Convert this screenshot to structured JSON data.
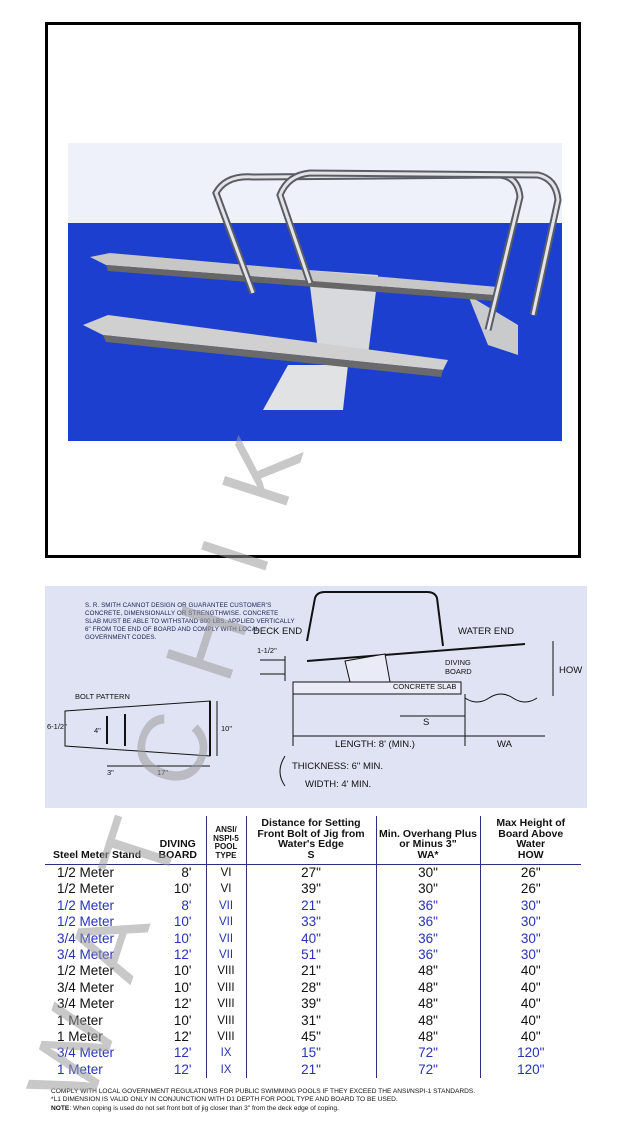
{
  "diagram": {
    "note": "S. R. SMITH CANNOT DESIGN OR GUARANTEE CUSTOMER'S CONCRETE, DIMENSIONALLY OR STRENGTHWISE. CONCRETE SLAB MUST BE ABLE TO WITHSTAND 800 LBS. APPLIED VERTICALLY 6\" FROM TOE END OF BOARD AND COMPLY WITH LOCAL GOVERNMENT CODES.",
    "deck_end": "DECK END",
    "water_end": "WATER END",
    "one_half": "1-1/2\"",
    "diving_board": "DIVING",
    "diving_board2": "BOARD",
    "how": "HOW",
    "bolt_pattern": "BOLT PATTERN",
    "dim_6_half": "6-1/2\"",
    "dim_4": "4\"",
    "dim_10": "10\"",
    "dim_3": "3\"",
    "dim_17": "17\"",
    "concrete_slab": "CONCRETE SLAB",
    "s_label": "S",
    "length": "LENGTH: 8' (MIN.)",
    "wa": "WA",
    "thickness": "THICKNESS: 6\" MIN.",
    "width": "WIDTH: 4' MIN."
  },
  "table": {
    "headers": {
      "stand": "Steel Meter Stand",
      "board": "DIVING BOARD",
      "ansi": "ANSI/ NSPI-5 POOL TYPE",
      "distance": "Distance for Setting Front Bolt of Jig from Water's Edge",
      "distance_sym": "S",
      "overhang": "Min. Overhang Plus or Minus 3\"",
      "overhang_sym": "WA*",
      "height": "Max Height of Board Above Water",
      "height_sym": "HOW"
    },
    "rows": [
      {
        "stand": "1/2 Meter",
        "board": "8'",
        "type": "VI",
        "s": "27\"",
        "wa": "30\"",
        "how": "26\"",
        "color": "black"
      },
      {
        "stand": "1/2 Meter",
        "board": "10'",
        "type": "VI",
        "s": "39\"",
        "wa": "30\"",
        "how": "26\"",
        "color": "black"
      },
      {
        "stand": "1/2 Meter",
        "board": "8'",
        "type": "VII",
        "s": "21\"",
        "wa": "36\"",
        "how": "30\"",
        "color": "blue"
      },
      {
        "stand": "1/2 Meter",
        "board": "10'",
        "type": "VII",
        "s": "33\"",
        "wa": "36\"",
        "how": "30\"",
        "color": "blue"
      },
      {
        "stand": "3/4 Meter",
        "board": "10'",
        "type": "VII",
        "s": "40\"",
        "wa": "36\"",
        "how": "30\"",
        "color": "blue"
      },
      {
        "stand": "3/4 Meter",
        "board": "12'",
        "type": "VII",
        "s": "51\"",
        "wa": "36\"",
        "how": "30\"",
        "color": "blue"
      },
      {
        "stand": "1/2 Meter",
        "board": "10'",
        "type": "VIII",
        "s": "21\"",
        "wa": "48\"",
        "how": "40\"",
        "color": "black"
      },
      {
        "stand": "3/4 Meter",
        "board": "10'",
        "type": "VIII",
        "s": "28\"",
        "wa": "48\"",
        "how": "40\"",
        "color": "black"
      },
      {
        "stand": "3/4 Meter",
        "board": "12'",
        "type": "VIII",
        "s": "39\"",
        "wa": "48\"",
        "how": "40\"",
        "color": "black"
      },
      {
        "stand": "1 Meter",
        "board": "10'",
        "type": "VIII",
        "s": "31\"",
        "wa": "48\"",
        "how": "40\"",
        "color": "black"
      },
      {
        "stand": "1 Meter",
        "board": "12'",
        "type": "VIII",
        "s": "45\"",
        "wa": "48\"",
        "how": "40\"",
        "color": "black"
      },
      {
        "stand": "3/4 Meter",
        "board": "12'",
        "type": "IX",
        "s": "15\"",
        "wa": "72\"",
        "how": "120\"",
        "color": "blue"
      },
      {
        "stand": "1 Meter",
        "board": "12'",
        "type": "IX",
        "s": "21\"",
        "wa": "72\"",
        "how": "120\"",
        "color": "blue"
      }
    ],
    "footnote1": "COMPLY WITH LOCAL GOVERNMENT REGULATIONS FOR PUBLIC SWIMMING POOLS IF THEY EXCEED THE ANSI/NSPI-1 STANDARDS.",
    "footnote2": "*L1 DIMENSION IS VALID ONLY IN CONJUNCTION WITH D1 DEPTH FOR POOL TYPE AND BOARD TO BE USED.",
    "note_label": "NOTE",
    "note_text": ": When coping is used do not set front bolt of jig closer than 3\" from the deck edge of coping."
  },
  "watermark": {
    "text": "WATCHIK",
    "color": "#9a9a9a"
  },
  "colors": {
    "pool_blue": "#1c3fd0",
    "sky": "#eef0fa",
    "table_blue": "#2733b8",
    "panel": "#dfe3f3"
  }
}
